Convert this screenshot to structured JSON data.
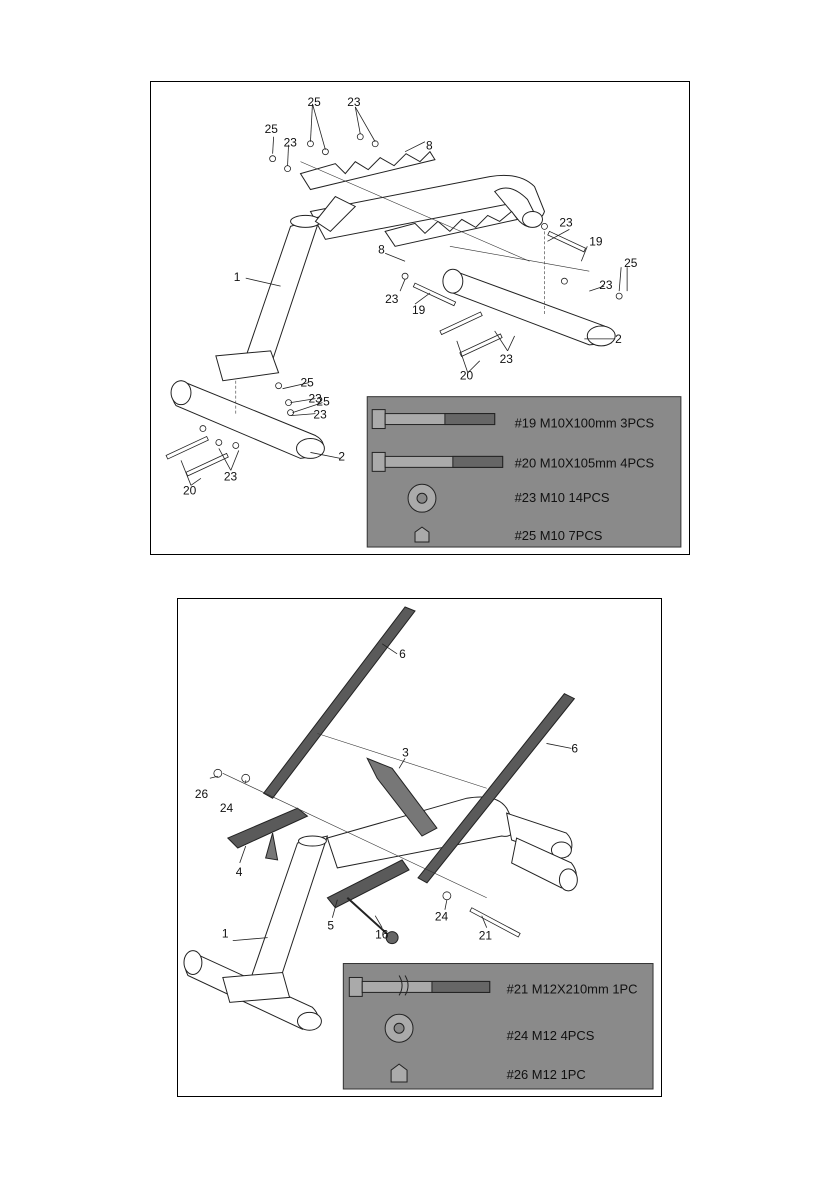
{
  "panel1": {
    "callouts": {
      "p1_1": "1",
      "p1_2a": "2",
      "p1_2b": "2",
      "p1_8a": "8",
      "p1_8b": "8",
      "p1_19a": "19",
      "p1_19b": "19",
      "p1_20a": "20",
      "p1_20b": "20",
      "p1_23a": "23",
      "p1_23b": "23",
      "p1_23c": "23",
      "p1_23d": "23",
      "p1_23e": "23",
      "p1_23f": "23",
      "p1_23g": "23",
      "p1_23h": "23",
      "p1_23i": "23",
      "p1_25a": "25",
      "p1_25b": "25",
      "p1_25c": "25",
      "p1_25d": "25",
      "p1_25e": "25"
    },
    "hardware": [
      {
        "label": "#19  M10X100mm  3PCS"
      },
      {
        "label": "#20  M10X105mm  4PCS"
      },
      {
        "label": "#23  M10  14PCS"
      },
      {
        "label": "#25  M10   7PCS"
      }
    ]
  },
  "panel2": {
    "callouts": {
      "p2_1": "1",
      "p2_3": "3",
      "p2_4": "4",
      "p2_5": "5",
      "p2_6a": "6",
      "p2_6b": "6",
      "p2_16": "16",
      "p2_21": "21",
      "p2_24a": "24",
      "p2_24b": "24",
      "p2_26": "26"
    },
    "hardware": [
      {
        "label": "#21  M12X210mm  1PC"
      },
      {
        "label": "#24  M12  4PCS"
      },
      {
        "label": "#26  M12   1PC"
      }
    ]
  }
}
